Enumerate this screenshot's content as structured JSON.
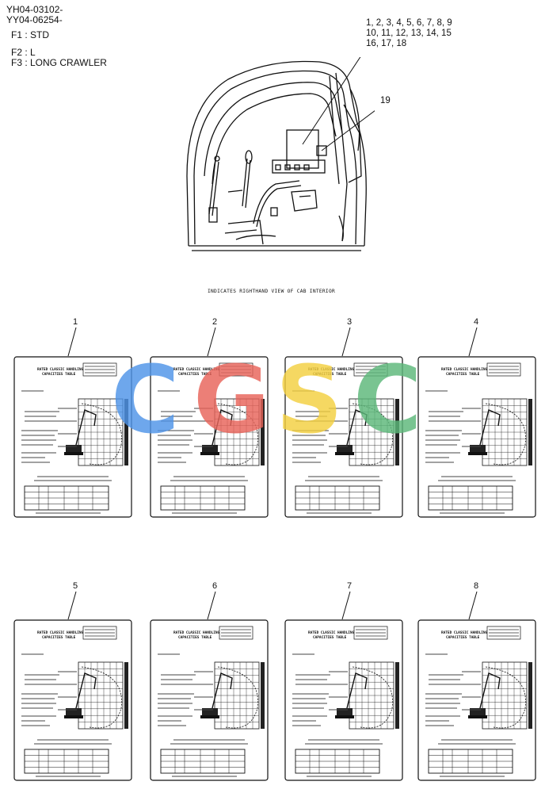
{
  "header": {
    "line1": "YH04-03102-",
    "line2": "YY04-06254-",
    "f1": "F1 : STD",
    "f2": "F2 : L",
    "f3": "F3 : LONG CRAWLER"
  },
  "callouts": {
    "row1": "1, 2, 3, 4, 5, 6, 7, 8, 9",
    "row2": "10, 11, 12, 13, 14, 15",
    "row3": "16, 17, 18",
    "part19": "19"
  },
  "caption": "INDICATES RIGHTHAND VIEW OF CAB INTERIOR",
  "cards": [
    {
      "num": "1"
    },
    {
      "num": "2"
    },
    {
      "num": "3"
    },
    {
      "num": "4"
    },
    {
      "num": "5"
    },
    {
      "num": "6"
    },
    {
      "num": "7"
    },
    {
      "num": "8"
    }
  ],
  "card_text": {
    "title1": "RATED CLASSIC HANDLING",
    "title2": "CAPACITIES TABLE"
  },
  "watermark": {
    "letters": [
      "C",
      "G",
      "S",
      "C"
    ],
    "colors": [
      "#4f94e8",
      "#e8645a",
      "#f4d040",
      "#5cb87a"
    ]
  }
}
